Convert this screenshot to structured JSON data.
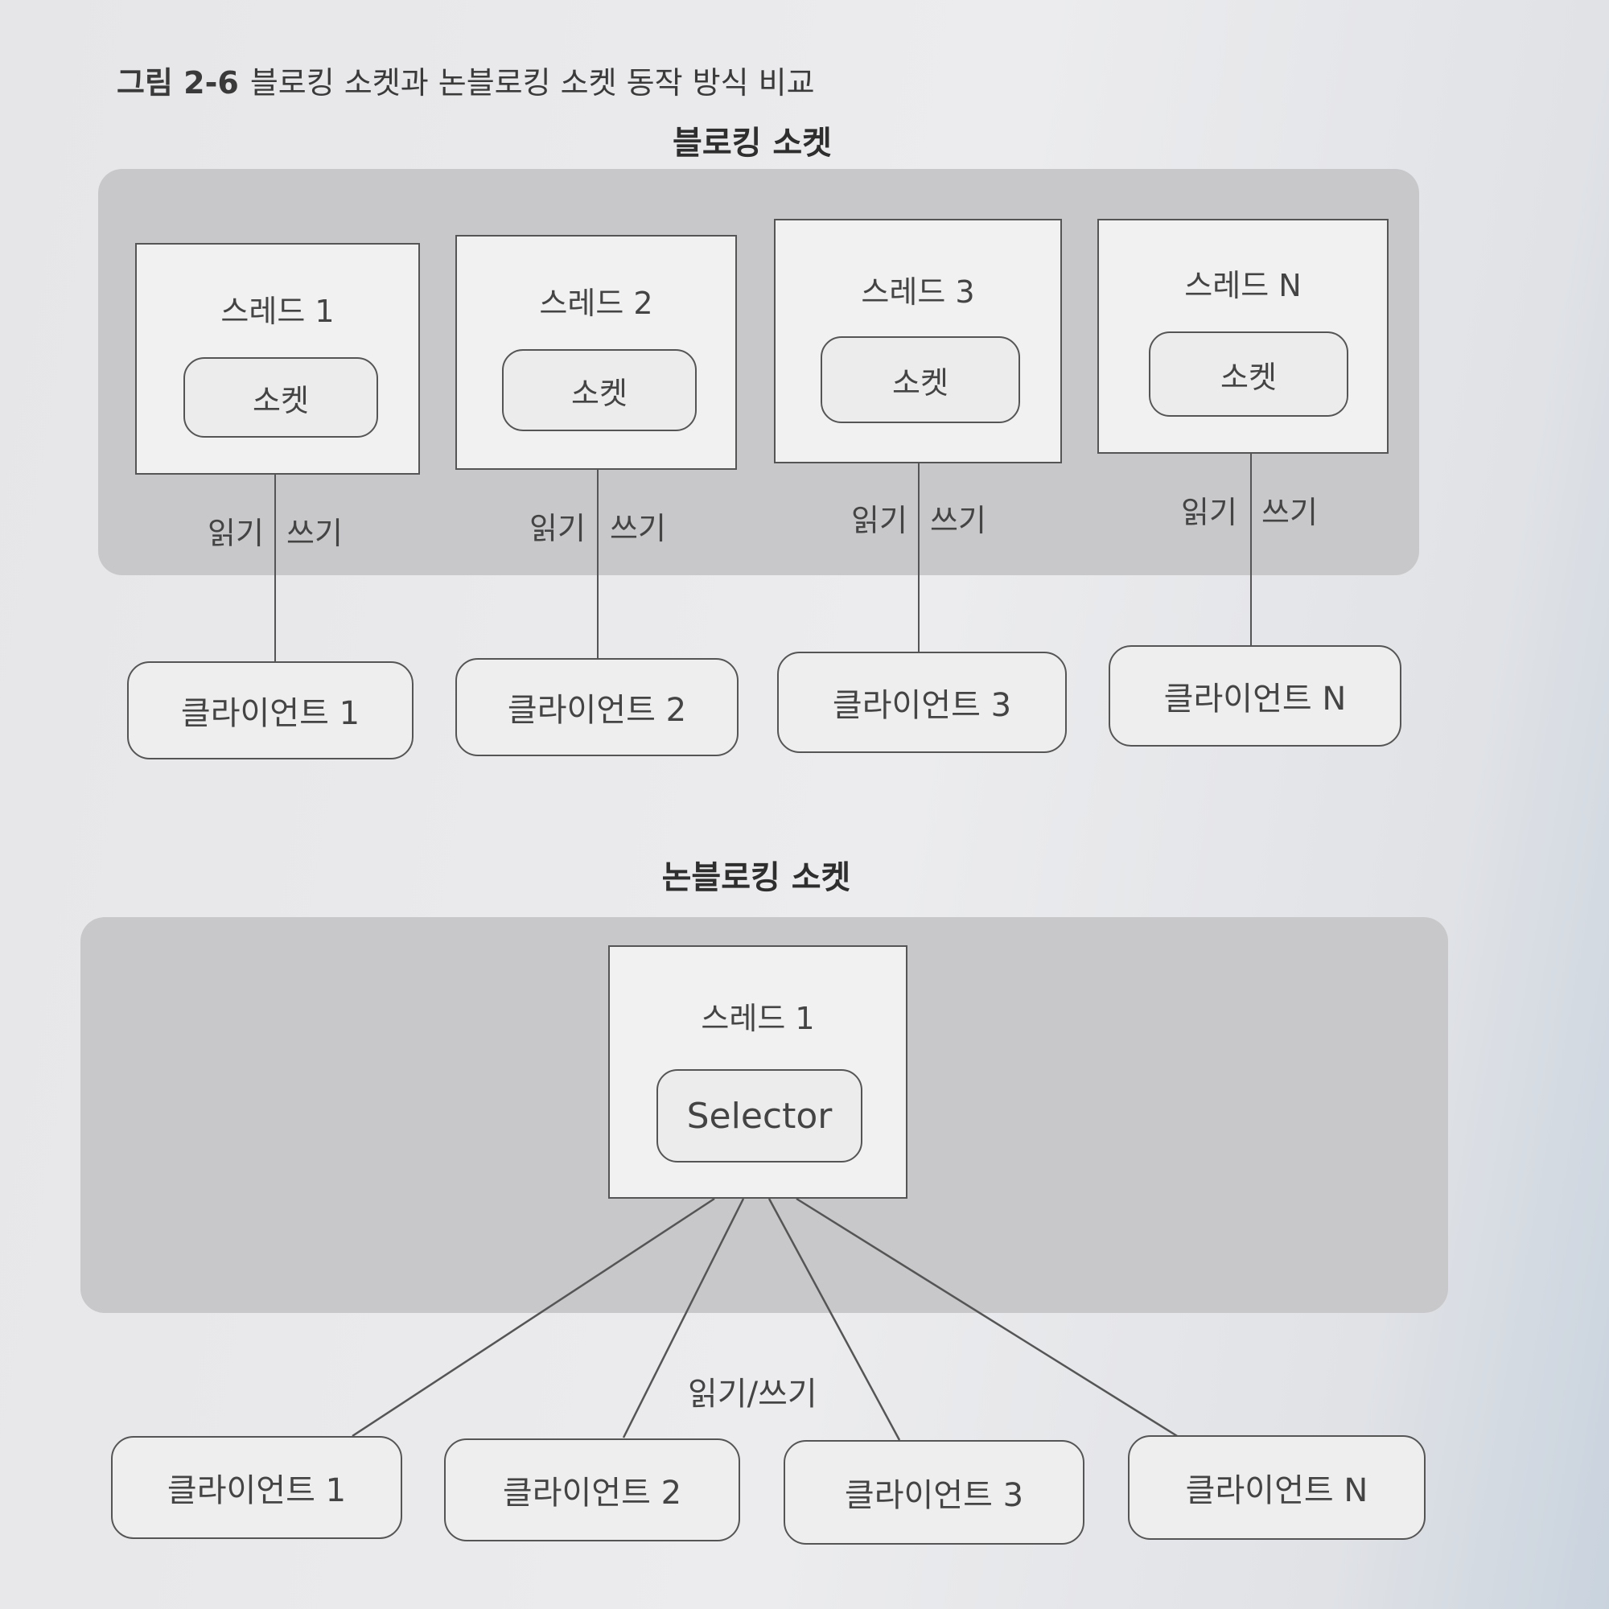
{
  "caption": {
    "label": "그림 2-6",
    "text": "블로킹 소켓과 논블로킹 소켓 동작 방식 비교"
  },
  "blocking": {
    "title": "블로킹 소켓",
    "columns": [
      {
        "thread": "스레드 1",
        "socket": "소켓",
        "read": "읽기",
        "write": "쓰기",
        "client": "클라이언트 1"
      },
      {
        "thread": "스레드 2",
        "socket": "소켓",
        "read": "읽기",
        "write": "쓰기",
        "client": "클라이언트 2"
      },
      {
        "thread": "스레드 3",
        "socket": "소켓",
        "read": "읽기",
        "write": "쓰기",
        "client": "클라이언트 3"
      },
      {
        "thread": "스레드 N",
        "socket": "소켓",
        "read": "읽기",
        "write": "쓰기",
        "client": "클라이언트 N"
      }
    ]
  },
  "nonblocking": {
    "title": "논블로킹 소켓",
    "thread": "스레드 1",
    "selector": "Selector",
    "rw_label": "읽기/쓰기",
    "clients": [
      "클라이언트 1",
      "클라이언트 2",
      "클라이언트 3",
      "클라이언트 N"
    ]
  }
}
